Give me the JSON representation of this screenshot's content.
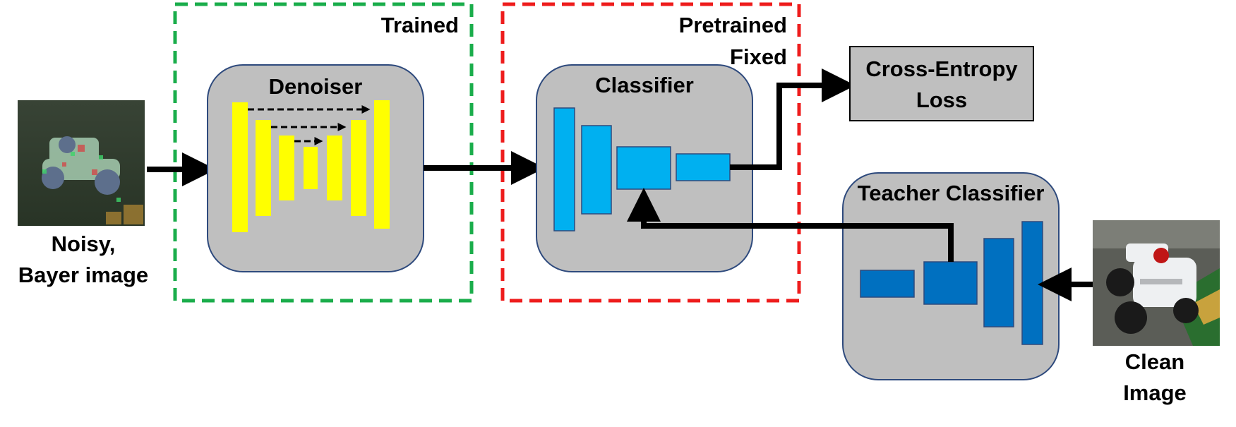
{
  "colors": {
    "trained_border": "#1aad4b",
    "pretrained_border": "#ee1c1c",
    "module_fill": "#bfbfbf",
    "module_border": "#2e4a7d",
    "denoiser_layers": "#ffff00",
    "classifier_layers": "#00b0f0",
    "teacher_layers": "#0070c0",
    "arrows": "#000000"
  },
  "groups": {
    "trained_label": "Trained",
    "pretrained_label_line1": "Pretrained",
    "pretrained_label_line2": "Fixed"
  },
  "modules": {
    "denoiser_title": "Denoiser",
    "classifier_title": "Classifier",
    "teacher_title": "Teacher Classifier",
    "loss_line1": "Cross-Entropy",
    "loss_line2": "Loss"
  },
  "images": {
    "noisy_label_line1": "Noisy,",
    "noisy_label_line2": "Bayer image",
    "clean_label_line1": "Clean",
    "clean_label_line2": "Image"
  },
  "icons": {
    "noisy_image": "noisy-racecar-thumbnail",
    "clean_image": "racecar-photo-thumbnail"
  }
}
